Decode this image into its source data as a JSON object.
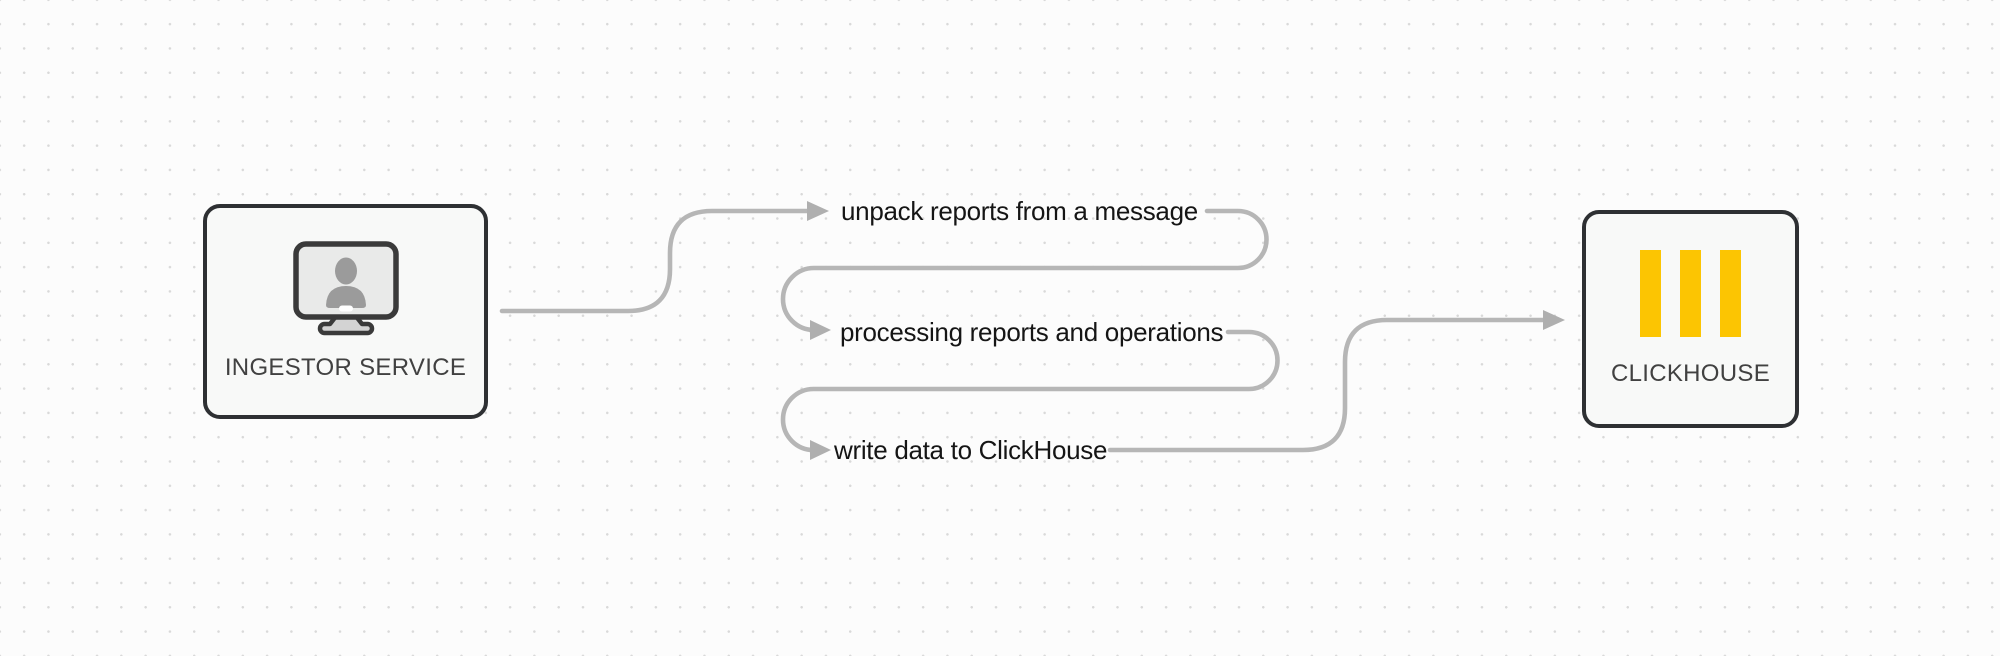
{
  "diagram": {
    "nodes": {
      "ingestor": {
        "label": "INGESTOR SERVICE",
        "icon": "monitor-user-icon"
      },
      "clickhouse": {
        "label": "CLICKHOUSE",
        "icon": "clickhouse-logo-bars-icon"
      }
    },
    "steps": [
      {
        "label": "unpack reports from a message"
      },
      {
        "label": "processing reports and operations"
      },
      {
        "label": "write data to ClickHouse"
      }
    ]
  },
  "colors": {
    "canvas-bg": "#fcfcfc",
    "dot": "#d9d9d9",
    "connector": "#b6b6b6",
    "arrowhead": "#afafaf",
    "node-border": "#2e3033",
    "node-fill": "#f8f9f8",
    "node-label": "#414141",
    "step-text": "#151515",
    "clickhouse-yellow": "#fcc502",
    "icon-stroke": "#3a3a3a",
    "icon-screen": "#e9eae9",
    "icon-person": "#9b9b9b",
    "icon-stand": "#d3d3d3"
  }
}
